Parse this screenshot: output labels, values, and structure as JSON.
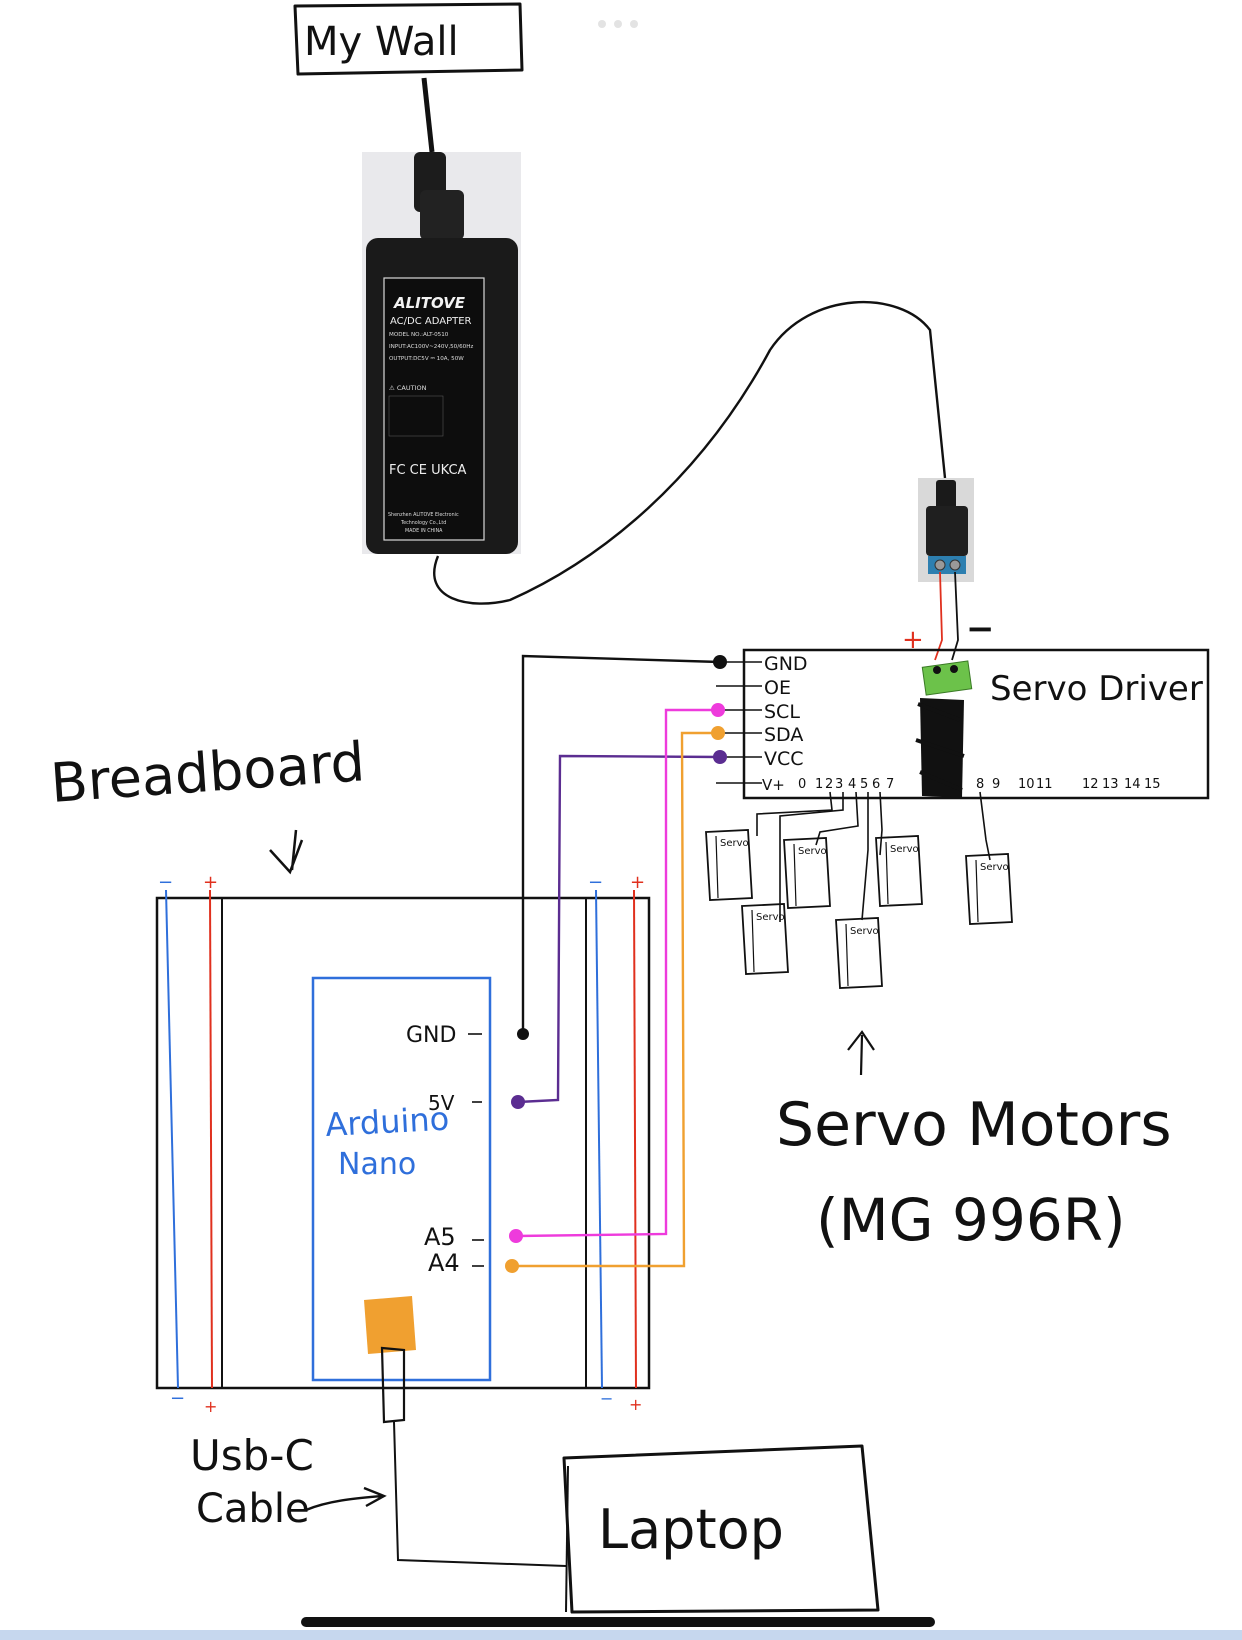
{
  "labels": {
    "wall": "My Wall",
    "breadboard": "Breadboard",
    "servo_driver": "Servo Driver",
    "servo_motors": "Servo Motors",
    "servo_model": "(MG 996R)",
    "arduino_line1": "Arduino",
    "arduino_line2": "Nano",
    "usb_line1": "Usb-C",
    "usb_line2": "Cable",
    "laptop": "Laptop",
    "plus": "+",
    "minus": "−"
  },
  "adapter": {
    "brand": "ALITOVE",
    "type": "AC/DC ADAPTER",
    "model": "MODEL NO.:ALT-0510",
    "input": "INPUT:AC100V~240V,50/60Hz",
    "output": "OUTPUT:DC5V ⎓ 10A, 50W",
    "caution": "⚠ CAUTION",
    "marks": "FC  CE  UKCA",
    "maker1": "Shenzhen ALITOVE Electronic",
    "maker2": "Technology Co.,Ltd",
    "maker3": "MADE IN CHINA"
  },
  "driver_pins": [
    "GND",
    "OE",
    "SCL",
    "SDA",
    "VCC",
    "V+"
  ],
  "driver_channels": [
    "0",
    "1",
    "2",
    "3",
    "4",
    "5",
    "6",
    "7",
    "8",
    "9",
    "10",
    "11",
    "12",
    "13",
    "14",
    "15"
  ],
  "arduino_pins": [
    "GND",
    "5V",
    "A5",
    "A4"
  ],
  "servo_label": "Servo",
  "colors": {
    "wire_black": "#111111",
    "wire_pink": "#ee3bdc",
    "wire_orange": "#f0a030",
    "wire_purple": "#5b2d91",
    "wire_red": "#e0301e",
    "rail_blue": "#2f6fdb",
    "arduino_blue": "#2f6fdb",
    "usb_port": "#f0a030",
    "terminal_green": "#6cc24a"
  }
}
